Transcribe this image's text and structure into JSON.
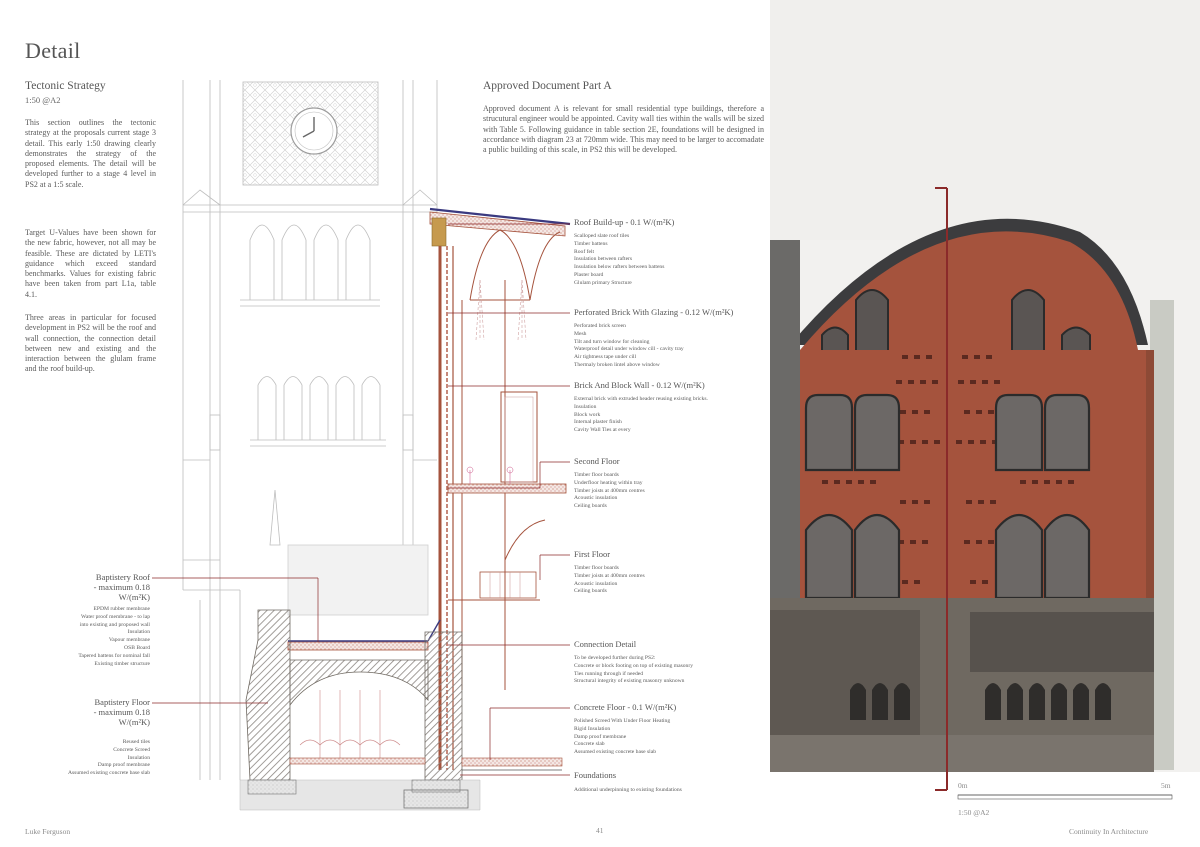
{
  "title": "Detail",
  "tectonic": {
    "heading": "Tectonic Strategy",
    "scale": "1:50 @A2",
    "paragraphs": [
      "This section outlines the tectonic strategy at the proposals current stage 3 detail. This early 1:50 drawing clearly demonstrates the strategy of the proposed elements. The detail will be developed further to a stage 4 level in PS2 at a 1:5 scale.",
      "Target U-Values have been shown for the new fabric, however, not all may be feasible. These are dictated by LETI's guidance which exceed standard benchmarks. Values for existing fabric have been taken from part L1a, table 4.1.",
      "Three areas in particular for focused development in PS2 will be the roof and wall connection, the connection detail between new and existing and the interaction between the glulam frame and the roof build-up."
    ]
  },
  "part_a": {
    "heading": "Approved Document Part A",
    "text": "Approved document A is relevant for small residential type buildings, therefore a strucutural engineer would be appointed. Cavity wall ties within the walls will be sized with Table 5. Following guidance in table section 2E, foundations will be designed in accordance with diagram 23 at 720mm wide. This may need to be larger to accomadate a public building of this scale, in PS2 this will be developed."
  },
  "annotations_right": [
    {
      "heading": "Roof Build-up - 0.1 W/(m²K)",
      "items": [
        "Scalloped slate roof tiles",
        "Timber battens",
        "Roof felt",
        "Insulation between rafters",
        "Insulation below rafters between battens",
        "Plaster board",
        "Glulam primary Structure"
      ]
    },
    {
      "heading": "Perforated Brick With Glazing - 0.12 W/(m²K)",
      "items": [
        "Perforated brick screen",
        "Mesh",
        "Tilt and turn window for cleaning",
        "Waterproof detail under window cill - cavity tray",
        "Air tightness tape under cill",
        "Thermaly broken lintel above window"
      ]
    },
    {
      "heading": "Brick And Block Wall - 0.12 W/(m²K)",
      "items": [
        "External brick with extruded header reusing existing bricks.",
        "Insulation",
        "Block work",
        "Internal plaster finish",
        "Cavity Wall Ties at every"
      ]
    },
    {
      "heading": "Second Floor",
      "items": [
        "Timber floor boards",
        "Underfloor heating within tray",
        "Timber joists at 400mm centres",
        "Acoustic insulation",
        "Ceiling boards"
      ]
    },
    {
      "heading": "First Floor",
      "items": [
        "Timber floor boards",
        "Timber joists at 400mm centres",
        "Acoustic insulation",
        "Ceiling boards"
      ]
    },
    {
      "heading": "Connection Detail",
      "items": [
        "To be developed further during PS2:",
        "Concrete or block footing on top of existing masonry",
        "Ties running through if needed",
        "Structural integrity of existing masonry unknown"
      ]
    },
    {
      "heading": "Concrete Floor - 0.1 W/(m²K)",
      "items": [
        "Polished Screed With Under Floor Heating",
        "Rigid Insulation",
        "Damp proof membrane",
        "Concrete slab",
        "Assumed existing concrete base slab"
      ]
    },
    {
      "heading": "Foundations",
      "items": [
        "Additional underpinning to existing foundations"
      ]
    }
  ],
  "annotations_left": [
    {
      "heading_lines": [
        "Baptistery Roof",
        "- maximum 0.18",
        "W/(m²K)"
      ],
      "items": [
        "EPDM rubber membrane",
        "Water proof membrane - to lap",
        "into existing and proposed wall",
        "Insulation",
        "Vapour membrane",
        "OSB Board",
        "Tapered battens for nominal fall",
        "Existing timber structure"
      ]
    },
    {
      "heading_lines": [
        "Baptistery Floor",
        "- maximum 0.18",
        "W/(m²K)"
      ],
      "items": [
        "Reused tiles",
        "Concrete Screed",
        "Insulation",
        "Damp proof membrane",
        "Assumed existing concrete base slab"
      ]
    }
  ],
  "scalebar": {
    "start": "0m",
    "end": "5m",
    "scale": "1:50 @A2"
  },
  "footer": {
    "author": "Luke Ferguson",
    "page": "41",
    "project": "Continuity In Architecture"
  },
  "colors": {
    "brick": "#a5533d",
    "section_red": "#8b2a2a",
    "roof": "#3c3c3e",
    "masonry": "#6f6961",
    "line": "#b9b9b9"
  }
}
